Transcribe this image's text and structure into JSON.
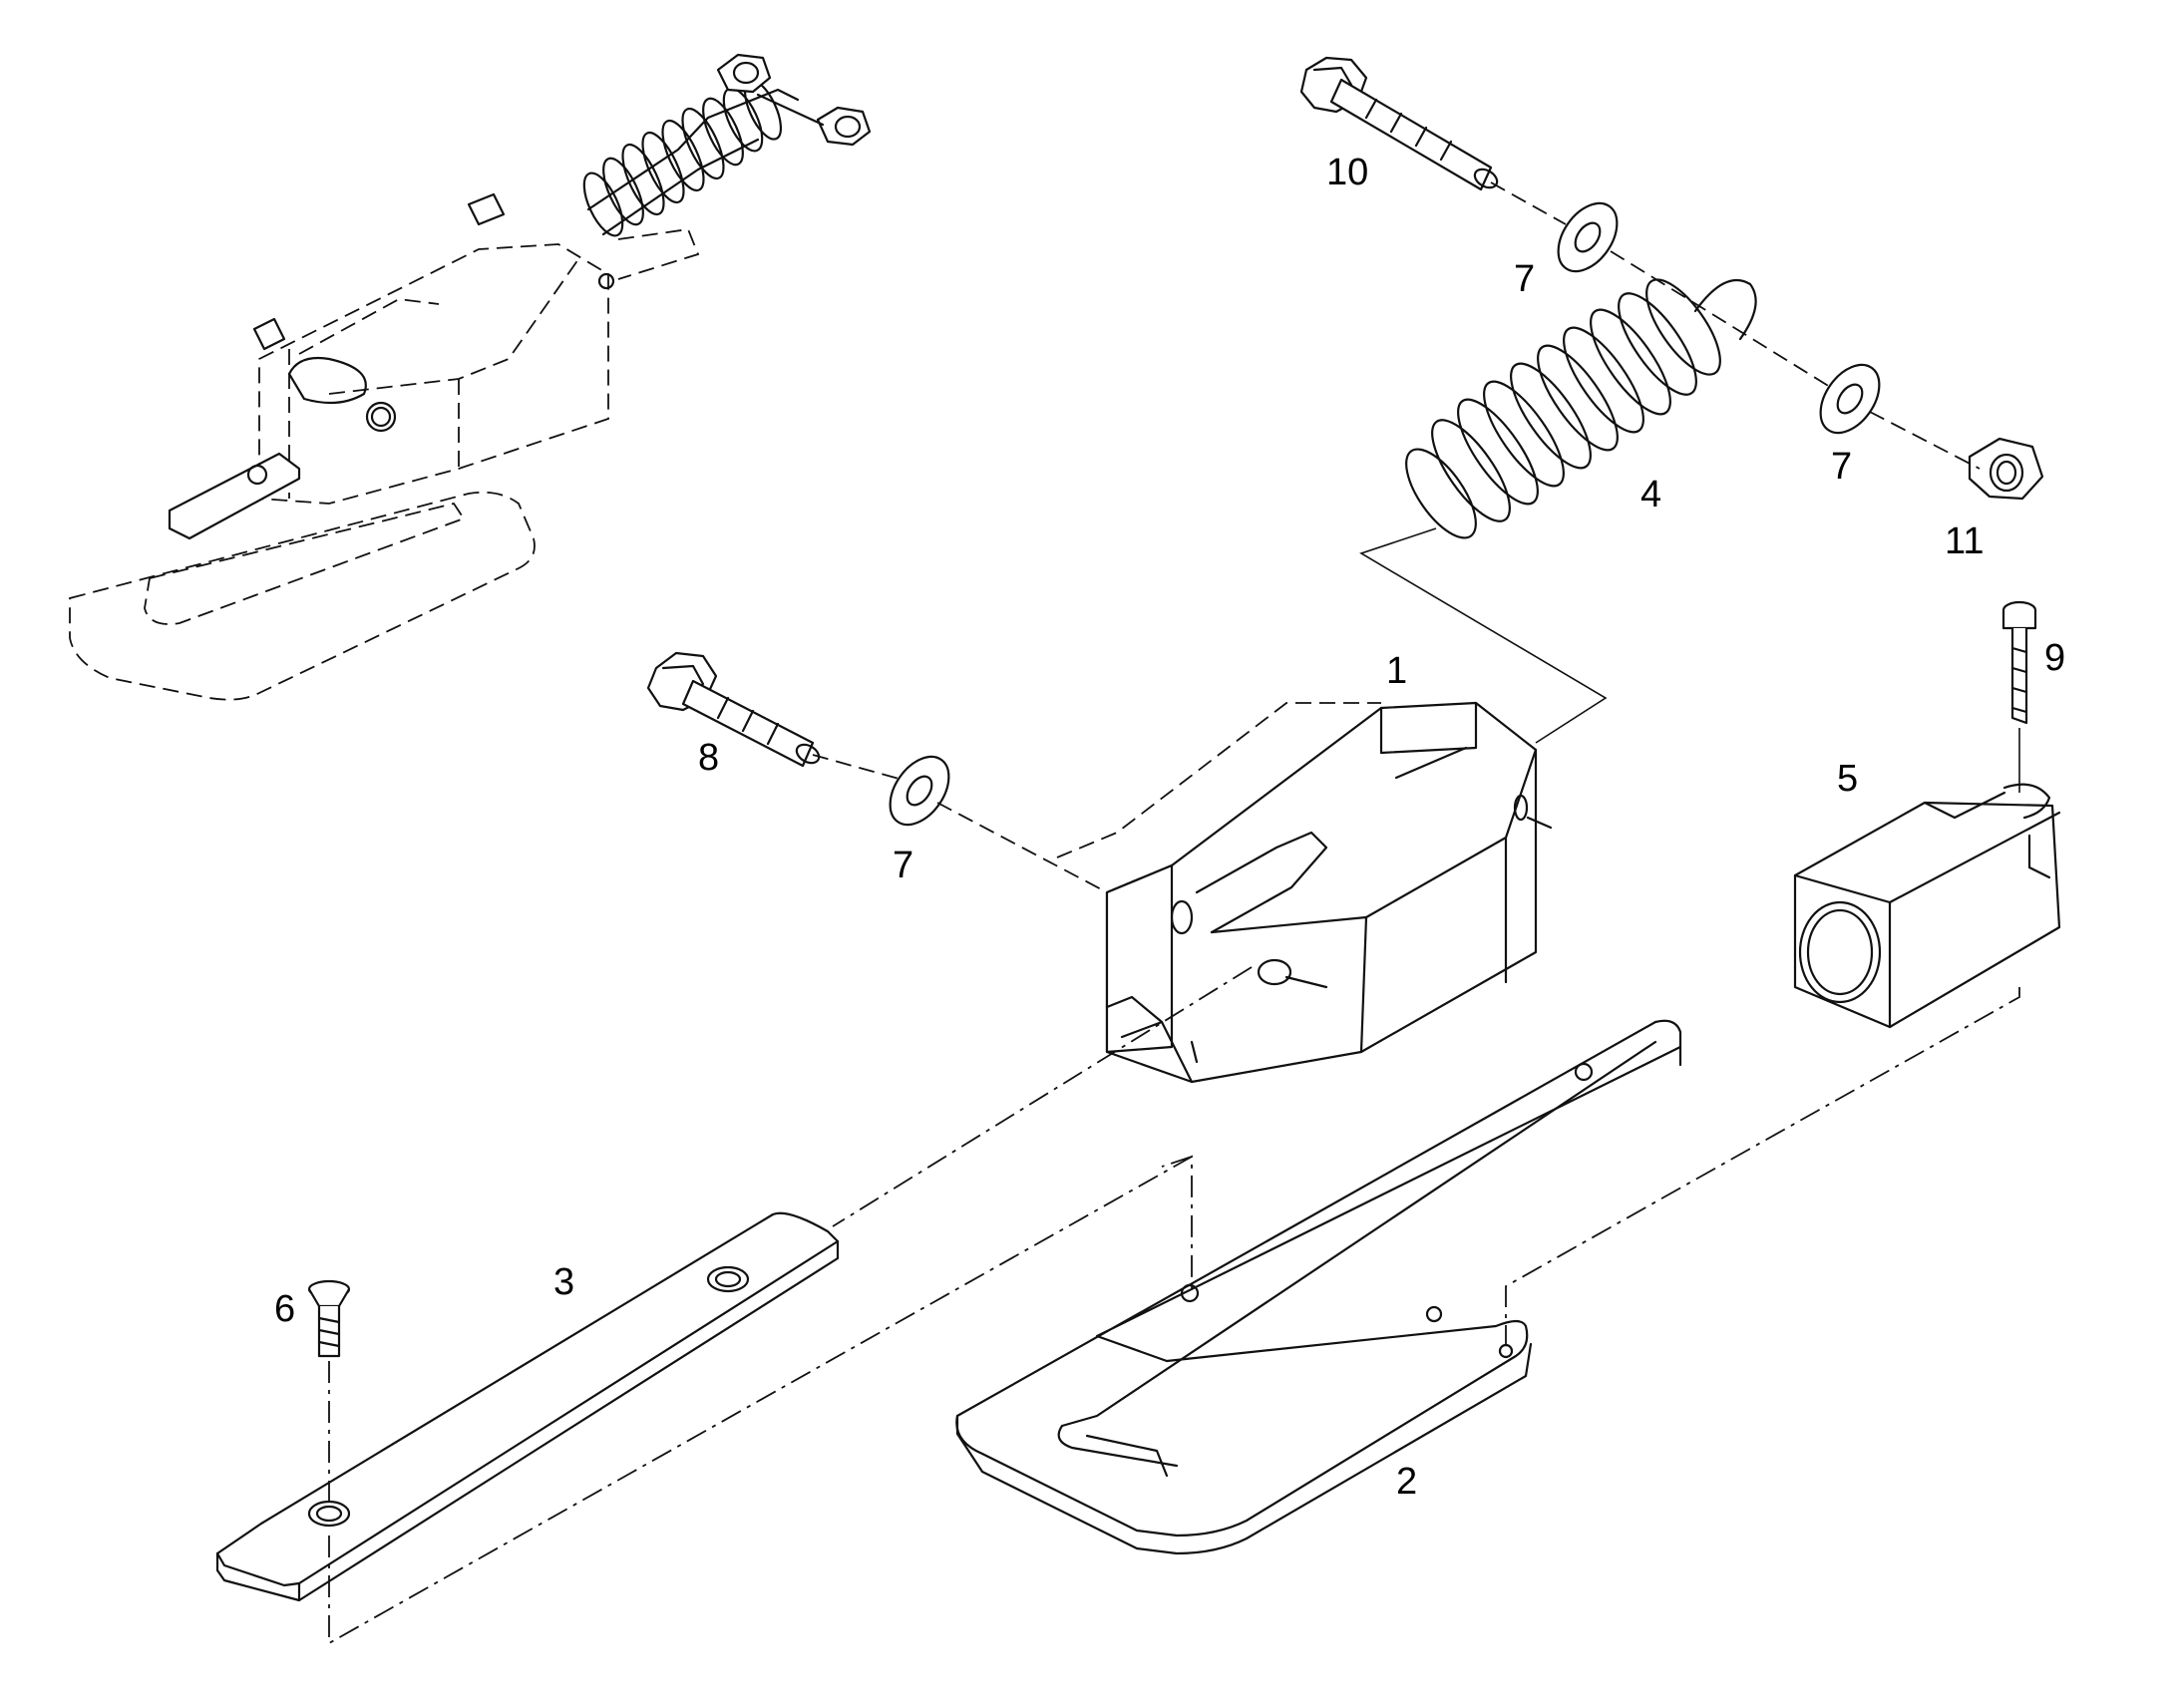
{
  "callouts": [
    {
      "id": "1",
      "text": "1"
    },
    {
      "id": "2",
      "text": "2"
    },
    {
      "id": "3",
      "text": "3"
    },
    {
      "id": "4",
      "text": "4"
    },
    {
      "id": "5",
      "text": "5"
    },
    {
      "id": "6",
      "text": "6"
    },
    {
      "id": "7a",
      "text": "7"
    },
    {
      "id": "7b",
      "text": "7"
    },
    {
      "id": "7c",
      "text": "7"
    },
    {
      "id": "8",
      "text": "8"
    },
    {
      "id": "9",
      "text": "9"
    },
    {
      "id": "10",
      "text": "10"
    },
    {
      "id": "11",
      "text": "11"
    }
  ]
}
